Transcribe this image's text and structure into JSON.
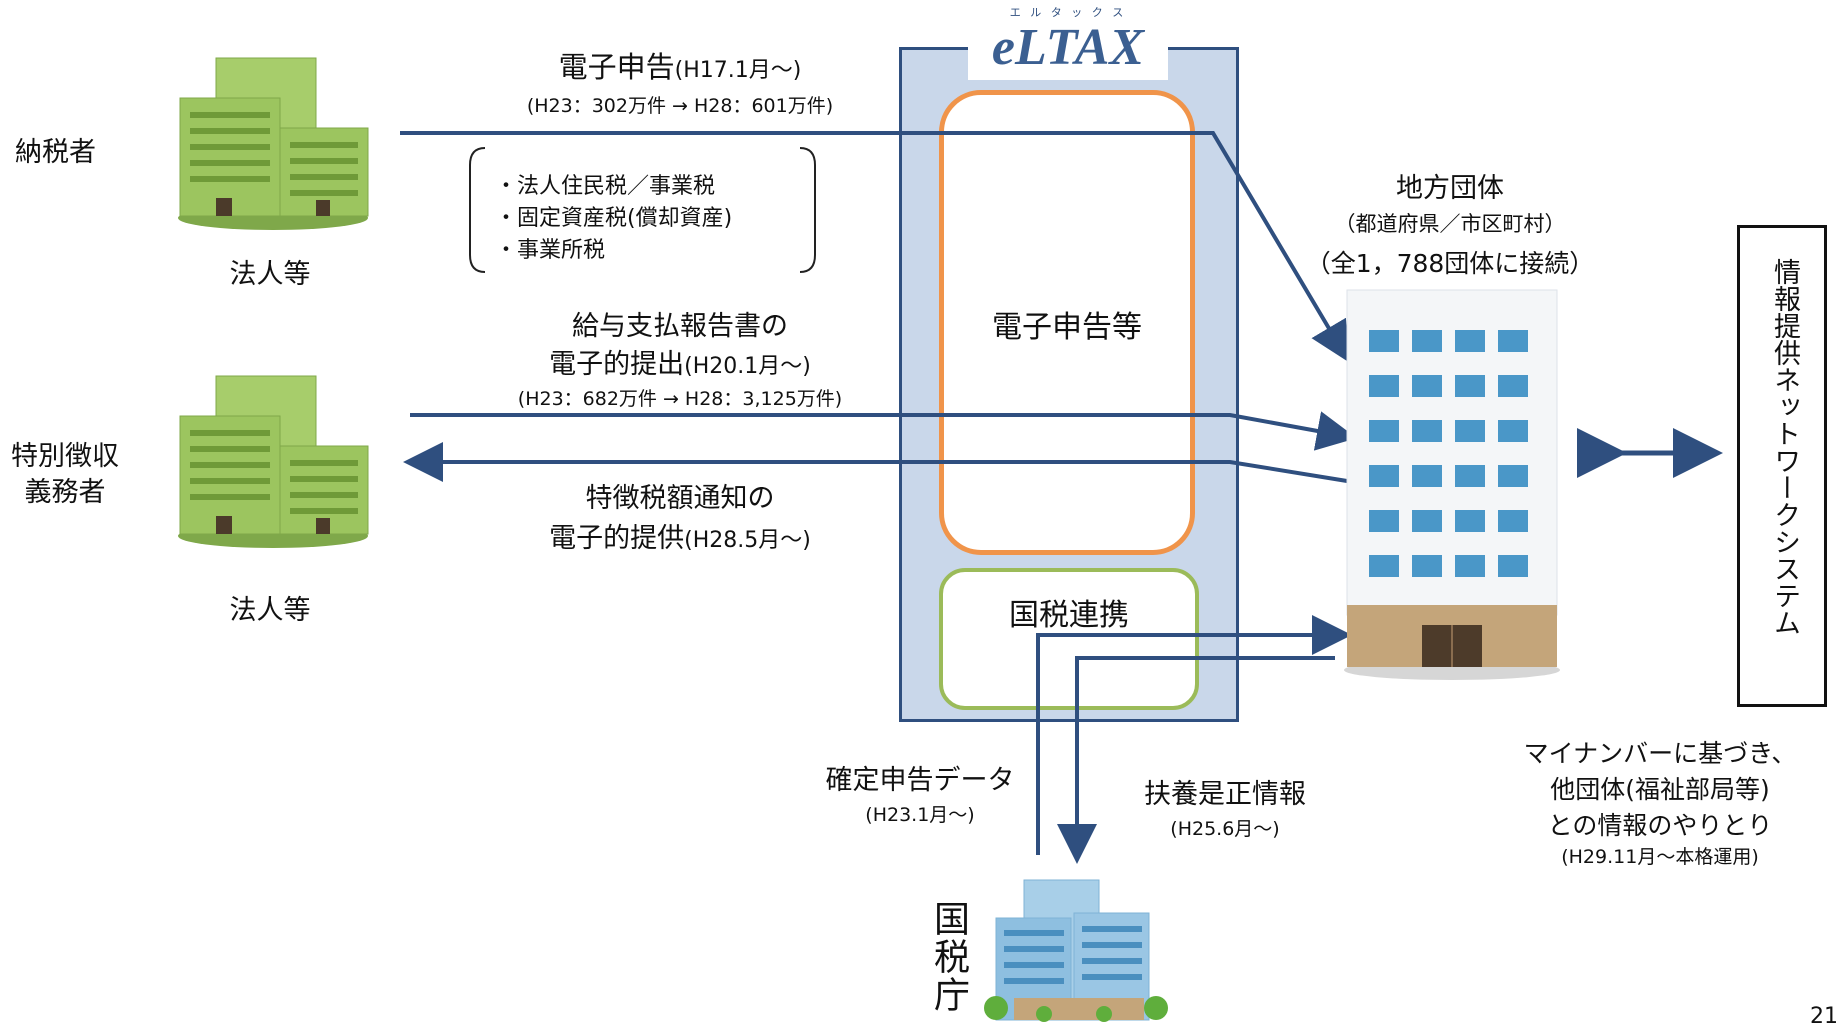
{
  "logo": {
    "ruby": "エ ル タ ッ ク ス",
    "text": "eLTAX"
  },
  "actors": {
    "taxpayer": {
      "label": "納税者",
      "building": "法人等"
    },
    "withholder": {
      "label_line1": "特別徴収",
      "label_line2": "義務者",
      "building": "法人等"
    },
    "local_gov": {
      "title": "地方団体",
      "sub": "（都道府県／市区町村）",
      "connected": "（全1，788団体に接続）"
    },
    "nta": {
      "label": "国税庁"
    }
  },
  "flows": {
    "e_filing": {
      "title": "電子申告",
      "since": "(H17.1月～)",
      "stats": "(H23：302万件 → H28：601万件)"
    },
    "tax_items": [
      "・法人住民税／事業税",
      "・固定資産税(償却資産)",
      "・事業所税"
    ],
    "salary_report": {
      "line1": "給与支払報告書の",
      "line2": "電子的提出",
      "since": "(H20.1月～)",
      "stats": "(H23：682万件 → H28：3,125万件)"
    },
    "special_notice": {
      "line1": "特徴税額通知の",
      "line2": "電子的提供",
      "since": "(H28.5月～)"
    },
    "final_return": {
      "title": "確定申告データ",
      "since": "(H23.1月～)"
    },
    "dependent_fix": {
      "title": "扶養是正情報",
      "since": "(H25.6月～)"
    }
  },
  "eltax_boxes": {
    "e_filing_etc": "電子申告等",
    "national_link": "国税連携"
  },
  "network": {
    "label": "情報提供ネットワークシステム",
    "note_line1": "マイナンバーに基づき、",
    "note_line2": "他団体(福祉部局等)",
    "note_line3": "との情報のやりとり",
    "note_since": "(H29.11月～本格運用)"
  },
  "page_number": "21",
  "colors": {
    "arrow": "#2f4f7f",
    "eltax_bg": "#c9d7ea",
    "eltax_border": "#2f4f7f",
    "orange_box": "#f0944a",
    "green_box": "#9bbb59",
    "building_green": "#8fbe4f",
    "building_blue": "#5e9fd0"
  }
}
